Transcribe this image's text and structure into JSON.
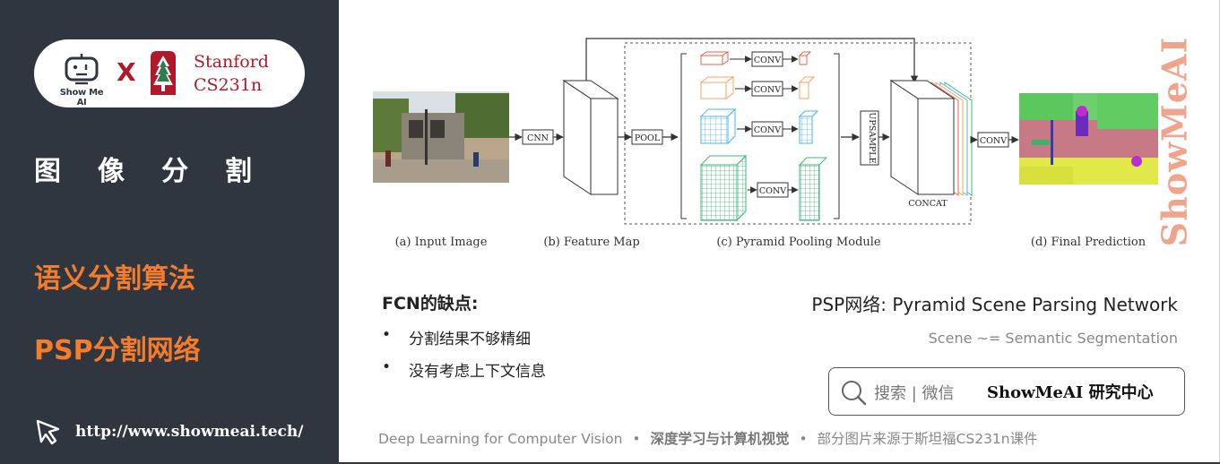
{
  "brand": {
    "robot_label": "Show Me AI",
    "x_mark": "X",
    "partner_name": "Stanford",
    "partner_course": "CS231n",
    "colors": {
      "stanford_red": "#b1182b",
      "accent_orange": "#f57c2a",
      "sidebar_bg": "#2f3640"
    }
  },
  "sidebar": {
    "section_title": "图像分割",
    "topics": [
      "语义分割算法",
      "PSP分割网络"
    ],
    "site_url": "http://www.showmeai.tech/"
  },
  "diagram": {
    "captions": {
      "input": "(a) Input Image",
      "feature": "(b) Feature Map",
      "pyramid": "(c) Pyramid Pooling Module",
      "prediction": "(d) Final Prediction"
    },
    "labels": {
      "cnn": "CNN",
      "pool": "POOL",
      "conv": "CONV",
      "upsample": "UPSAMPLE",
      "concat": "CONCAT"
    },
    "pyramid_colors": [
      "#f0614a",
      "#f7a35c",
      "#49b6e8",
      "#3cb878"
    ]
  },
  "watermark": "ShowMeAI",
  "fcn": {
    "title": "FCN的缺点:",
    "bullet_mark": "•",
    "bullets": [
      "分割结果不够精细",
      "没有考虑上下文信息"
    ]
  },
  "psp": {
    "title": "PSP网络: Pyramid Scene Parsing Network",
    "subtitle": "Scene ~= Semantic Segmentation"
  },
  "search": {
    "hint": "搜索 | 微信",
    "brand": "ShowMeAI 研究中心"
  },
  "footer": {
    "course": "Deep Learning for Computer Vision",
    "sep": "•",
    "course_cn": "深度学习与计算机视觉",
    "credit": "部分图片来源于斯坦福CS231n课件"
  }
}
